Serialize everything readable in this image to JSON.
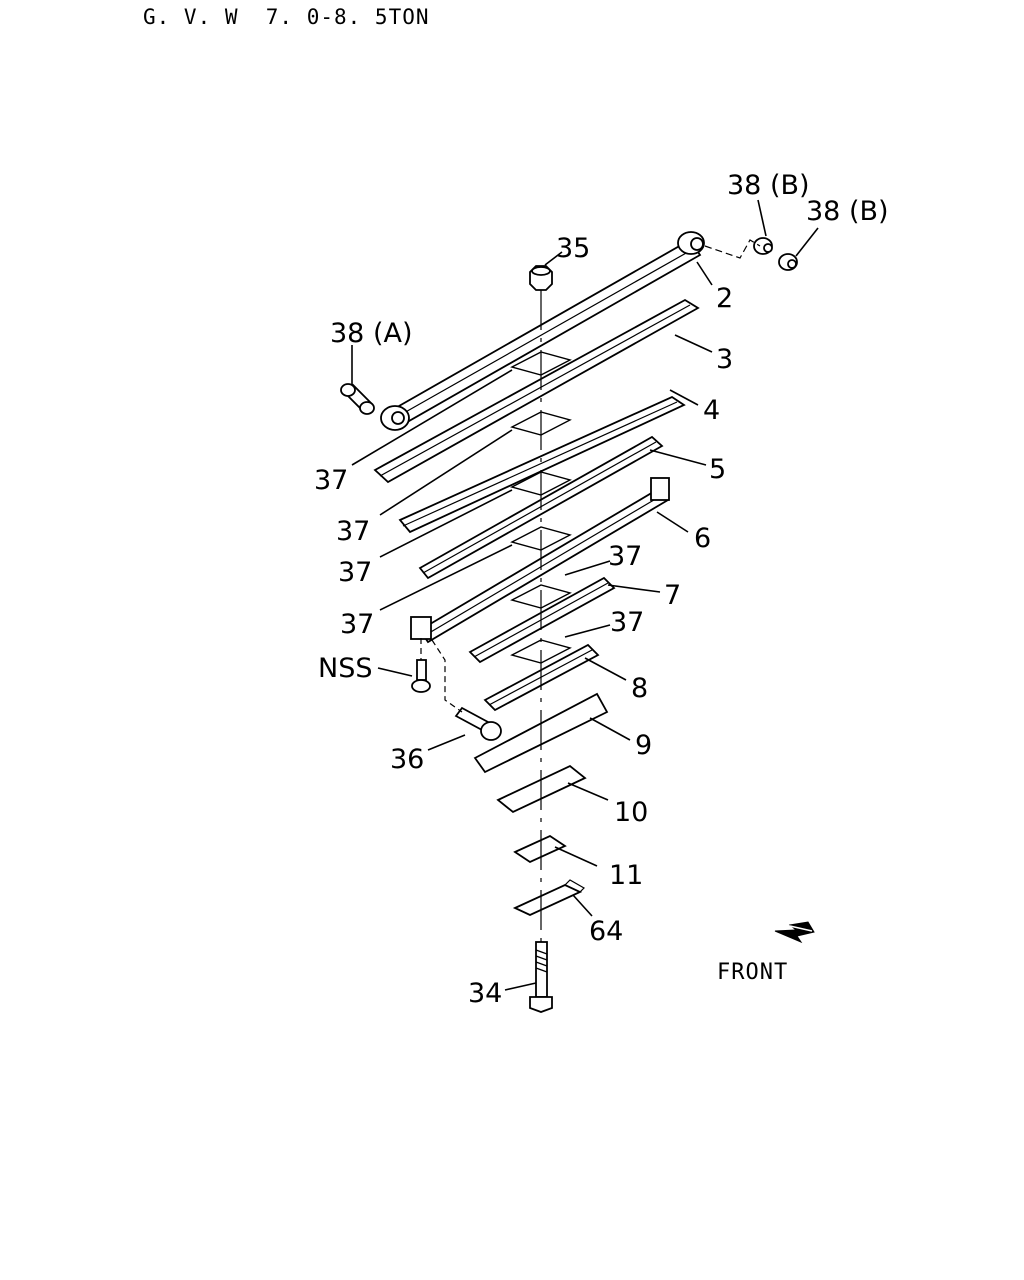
{
  "title": "G. V. W  7. 0-8. 5TON",
  "callouts": {
    "c2": "2",
    "c3": "3",
    "c4": "4",
    "c5": "5",
    "c6": "6",
    "c7": "7",
    "c8": "8",
    "c9": "9",
    "c10": "10",
    "c11": "11",
    "c64": "64",
    "c34": "34",
    "c35": "35",
    "c36": "36",
    "c37a": "37",
    "c37b": "37",
    "c37c": "37",
    "c37d": "37",
    "c37e": "37",
    "c37f": "37",
    "c38a": "38 (A)",
    "c38b1": "38 (B)",
    "c38b2": "38 (B)",
    "nss": "NSS"
  },
  "front_label": "FRONT"
}
